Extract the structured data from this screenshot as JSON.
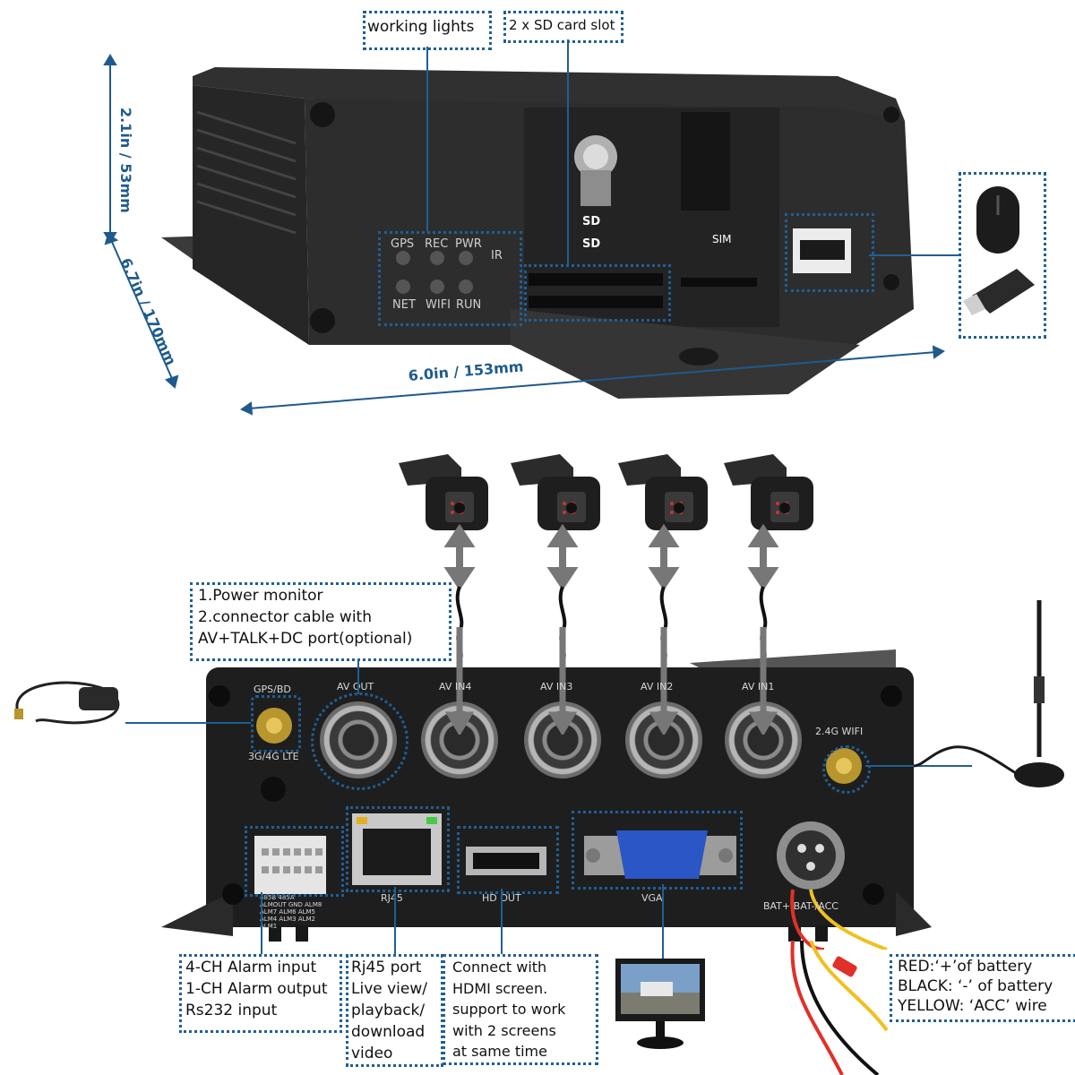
{
  "top_unit": {
    "working_lights_label": "working lights",
    "sd_slot_label": "2 x SD card slot",
    "led_labels": [
      "GPS",
      "REC",
      "PWR",
      "IR",
      "NET",
      "WIFI",
      "RUN"
    ],
    "sd_labels": [
      "SD",
      "SD"
    ],
    "sim_label": "SIM",
    "height_dim": "2.1in / 53mm",
    "depth_dim": "6.7in / 170mm",
    "width_dim": "6.0in / 153mm"
  },
  "rear_panel": {
    "port_labels": {
      "gps": "GPS/BD",
      "lte": "3G/4G LTE",
      "av_out": "AV OUT",
      "av_in4": "AV IN4",
      "av_in3": "AV IN3",
      "av_in2": "AV IN2",
      "av_in1": "AV IN1",
      "wifi": "2.4G WIFI",
      "rj45": "RJ45",
      "hd_out": "HD OUT",
      "vga": "VGA",
      "power": "BAT+ BAT-/ACC",
      "alarm_pins": "485B 485A ALMOUT GND ALM8 ALM7 ALM6 ALM5 ALM4 ALM3 ALM2 ALM1"
    }
  },
  "callouts": {
    "power_monitor": [
      "1.Power monitor",
      "2.connector cable with",
      "AV+TALK+DC port(optional)"
    ],
    "alarm": [
      "4-CH Alarm input",
      "1-CH Alarm output",
      "Rs232 input"
    ],
    "rj45": [
      "Rj45 port",
      "Live view/",
      "playback/",
      "download",
      "video"
    ],
    "hdmi": [
      "Connect with",
      "HDMI screen.",
      "support to work",
      "with 2 screens",
      "at same time"
    ],
    "battery": [
      "RED:‘+’of battery",
      "BLACK: ‘-’ of battery",
      "YELLOW: ‘ACC’ wire"
    ]
  },
  "colors": {
    "accent": "#1f5f95",
    "device_body": "#2b2b2b",
    "vga_port": "#2a56c6",
    "wire_red": "#e0302a",
    "wire_yellow": "#f0c020"
  },
  "icons": [
    "mouse-icon",
    "usb-drive-icon",
    "gps-antenna-icon",
    "wifi-antenna-icon",
    "camera-icon",
    "monitor-icon",
    "key-lock-icon"
  ]
}
